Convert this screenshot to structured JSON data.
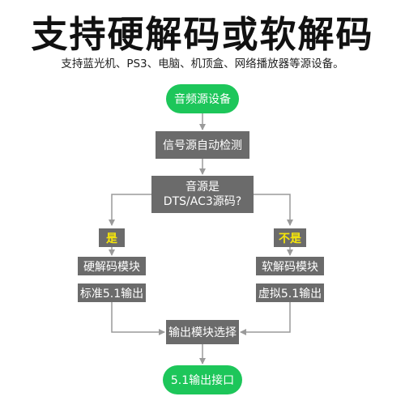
{
  "header": {
    "title": "支持硬解码或软解码",
    "subtitle": "支持蓝光机、PS3、电脑、机顶盒、网络播放器等源设备。"
  },
  "flow": {
    "start": "音频源设备",
    "detect": "信号源自动检测",
    "question_line1": "音源是",
    "question_line2": "DTS/AC3源码?",
    "yes": "是",
    "no": "不是",
    "hard_decode": "硬解码模块",
    "standard_51": "标准5.1输出",
    "soft_decode": "软解码模块",
    "virtual_51": "虚拟5.1输出",
    "select": "输出模块选择",
    "end": "5.1输出接口"
  },
  "colors": {
    "green": "#1dc65a",
    "gray": "#6b6b6b",
    "highlight_yellow": "#f5e50a",
    "line": "#9a9a9a"
  }
}
